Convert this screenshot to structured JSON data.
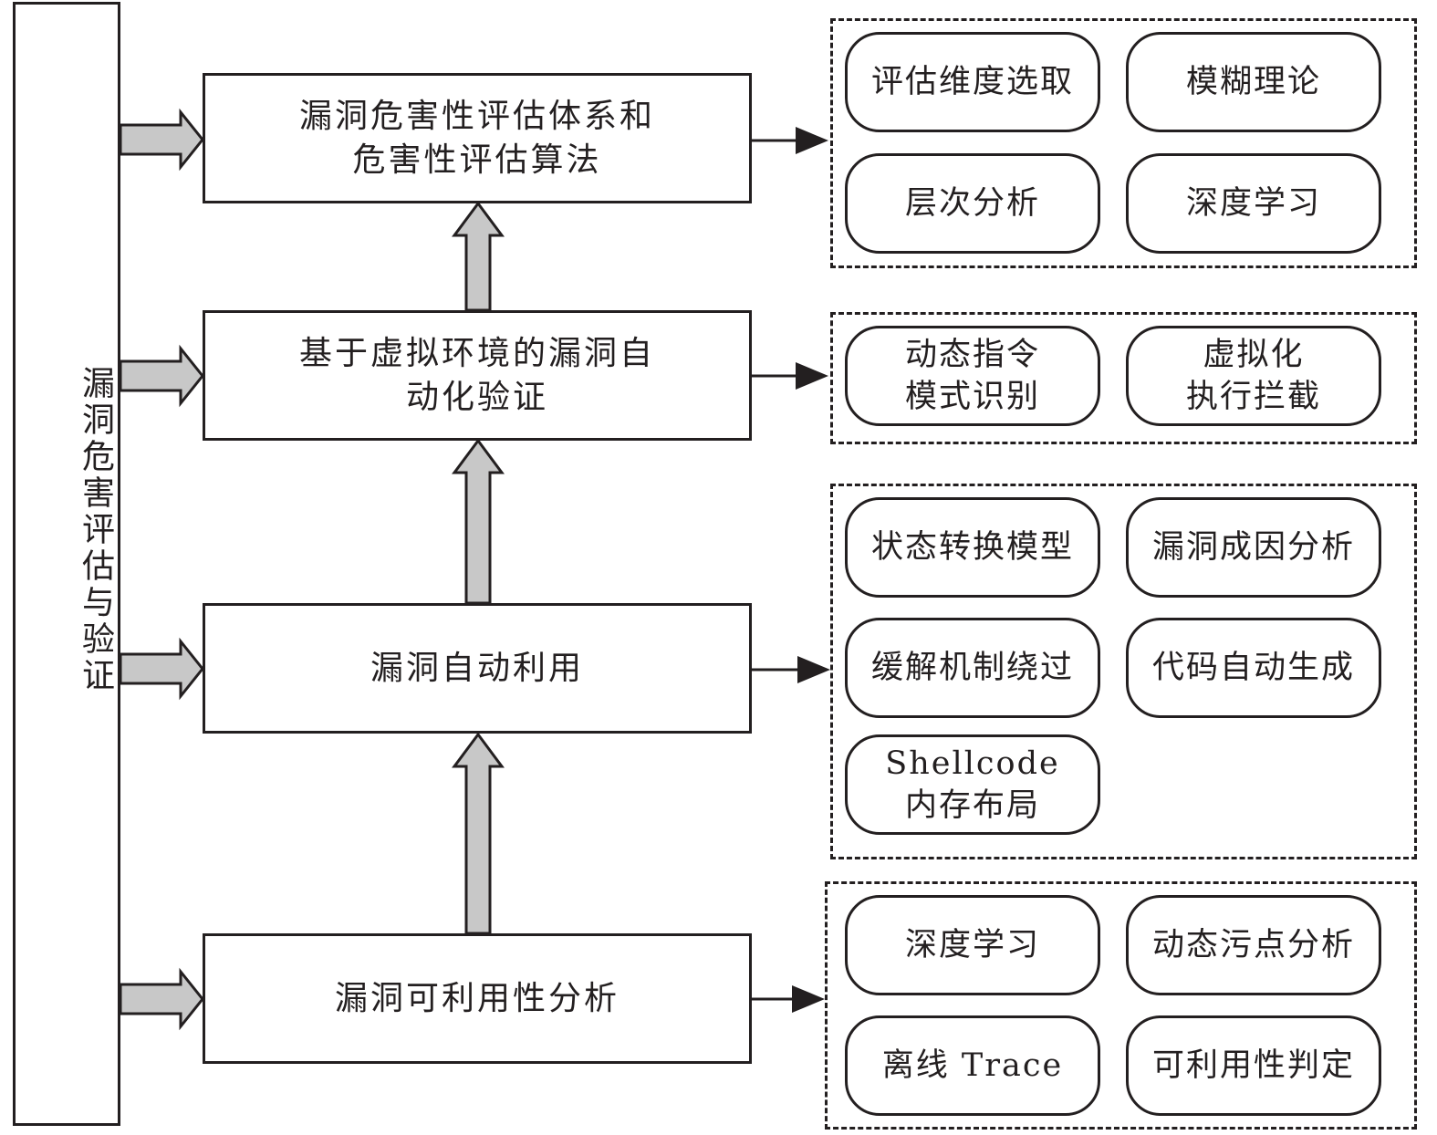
{
  "diagram": {
    "sidebar_label": "漏洞危害评估与验证",
    "stages": [
      {
        "id": "assessment",
        "label": "漏洞危害性评估体系和\n危害性评估算法"
      },
      {
        "id": "verification",
        "label": "基于虚拟环境的漏洞自\n动化验证"
      },
      {
        "id": "exploitation",
        "label": "漏洞自动利用"
      },
      {
        "id": "exploitability",
        "label": "漏洞可利用性分析"
      }
    ],
    "groups": [
      {
        "stage": "assessment",
        "items": [
          "评估维度选取",
          "模糊理论",
          "层次分析",
          "深度学习"
        ]
      },
      {
        "stage": "verification",
        "items": [
          "动态指令\n模式识别",
          "虚拟化\n执行拦截"
        ]
      },
      {
        "stage": "exploitation",
        "items": [
          "状态转换模型",
          "漏洞成因分析",
          "缓解机制绕过",
          "代码自动生成",
          "Shellcode\n内存布局"
        ]
      },
      {
        "stage": "exploitability",
        "items": [
          "深度学习",
          "动态污点分析",
          "离线 Trace",
          "可利用性判定"
        ]
      }
    ],
    "flow": [
      {
        "from": "exploitability",
        "to": "exploitation"
      },
      {
        "from": "exploitation",
        "to": "verification"
      },
      {
        "from": "verification",
        "to": "assessment"
      }
    ],
    "colors": {
      "stroke": "#231f20",
      "arrow_fill": "#c8c8c8",
      "background": "#ffffff"
    }
  }
}
